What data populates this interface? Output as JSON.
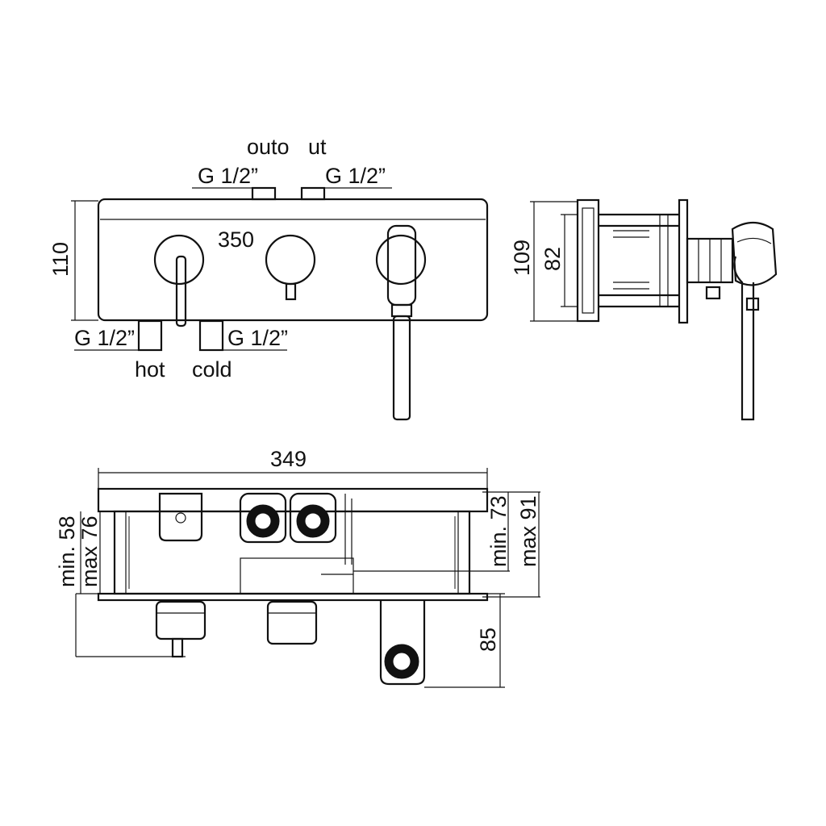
{
  "front_view": {
    "label_outlet_left": "outo",
    "label_outlet_right": "ut",
    "thread_top_left": "G 1/2”",
    "thread_top_right": "G 1/2”",
    "dim_width": "350",
    "dim_height": "110",
    "thread_bottom_left": "G 1/2”",
    "thread_bottom_right": "G 1/2”",
    "label_hot": "hot",
    "label_cold": "cold"
  },
  "side_view": {
    "dim_total_height": "109",
    "dim_inner_height": "82"
  },
  "top_view": {
    "dim_width": "349",
    "dim_min_left": "min. 58",
    "dim_max_left": "max 76",
    "dim_min_right": "min. 73",
    "dim_max_right": "max 91",
    "dim_spout": "85"
  }
}
